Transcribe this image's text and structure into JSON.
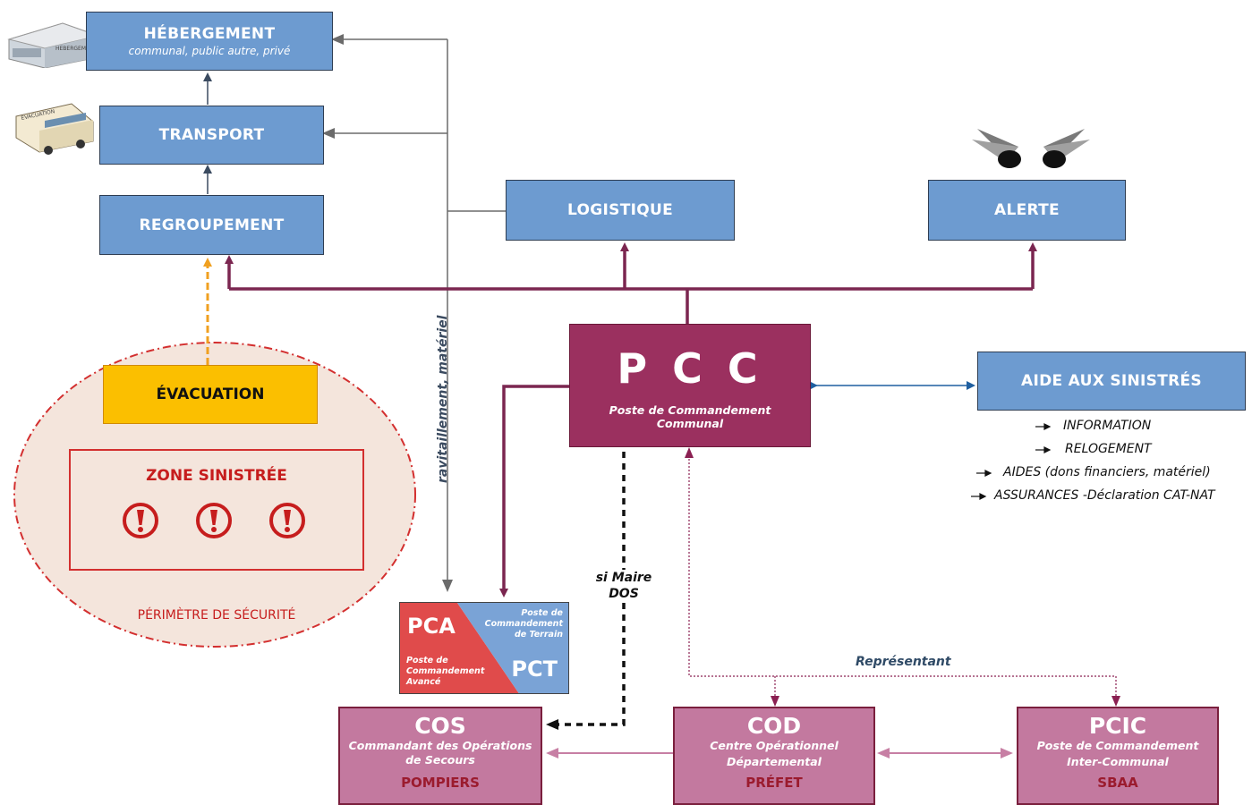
{
  "boxes": {
    "hebergement": {
      "title": "HÉBERGEMENT",
      "subtitle": "communal, public autre, privé"
    },
    "transport": {
      "title": "TRANSPORT"
    },
    "regroupement": {
      "title": "REGROUPEMENT"
    },
    "logistique": {
      "title": "LOGISTIQUE"
    },
    "alerte": {
      "title": "ALERTE"
    },
    "aide": {
      "title": "AIDE AUX SINISTRÉS"
    },
    "evacuation": {
      "title": "ÉVACUATION"
    },
    "zone": {
      "title": "ZONE SINISTRÉE"
    },
    "perimetre": {
      "label": "PÉRIMÈTRE DE SÉCURITÉ"
    },
    "pcc": {
      "title": "P C C",
      "subtitle_line1": "Poste de Commandement",
      "subtitle_line2": "Communal"
    },
    "pca": {
      "title": "PCA",
      "desc_line1": "Poste de",
      "desc_line2": "Commandement",
      "desc_line3": "Avancé"
    },
    "pct": {
      "title": "PCT",
      "desc_line1": "Poste de",
      "desc_line2": "Commandement",
      "desc_line3": "de Terrain"
    },
    "cos": {
      "title": "COS",
      "sub_line1": "Commandant des Opérations",
      "sub_line2": "de Secours",
      "org": "POMPIERS"
    },
    "cod": {
      "title": "COD",
      "sub_line1": "Centre Opérationnel",
      "sub_line2": "Départemental",
      "org": "PRÉFET"
    },
    "pcic": {
      "title": "PCIC",
      "sub_line1": "Poste de Commandement",
      "sub_line2": "Inter-Communal",
      "org": "SBAA"
    }
  },
  "aide_items": [
    "INFORMATION",
    "RELOGEMENT",
    "AIDES (dons financiers, matériel)",
    "ASSURANCES -Déclaration CAT-NAT"
  ],
  "labels": {
    "ravitaillement": "ravitaillement, matériel",
    "si_maire_line1": "si Maire",
    "si_maire_line2": "DOS",
    "representant": "Représentant",
    "building_sign_text": "HEBERGEMENT",
    "bus_sign_text": "EVACUATION"
  },
  "icons": {
    "hebergement": "building-icon",
    "transport": "bus-icon",
    "alerte": "siren-icon",
    "danger": "exclamation-circle-icon"
  },
  "colors": {
    "blue_box": "#6d9bd0",
    "pcc": "#9b305f",
    "pink_box": "#c3799f",
    "evacuation": "#fbbf00",
    "danger_red": "#d32f2f",
    "zone_fill": "#f4e5dc",
    "arrow_purple": "#7b2650",
    "arrow_gray": "#6b6b6b",
    "pca_red": "#e04b4b",
    "pct_blue": "#7aa3d6"
  }
}
